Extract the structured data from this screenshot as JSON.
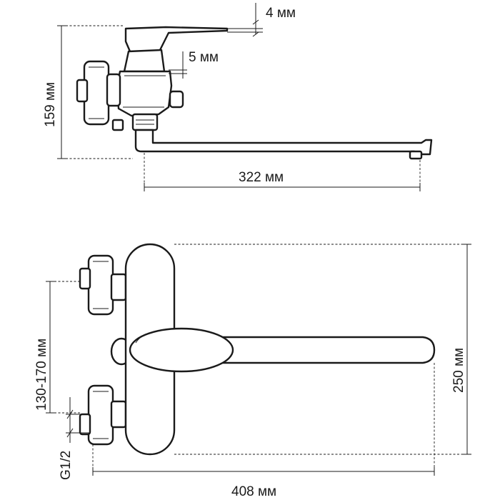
{
  "dimensions": {
    "handle_gap": "4 мм",
    "spout_gap": "5 мм",
    "side_height": "159 мм",
    "spout_reach": "322 мм",
    "inlet_spacing": "130-170 мм",
    "thread": "G1/2",
    "total_height": "250 мм",
    "total_width": "408 мм"
  },
  "colors": {
    "line": "#1a1a1a",
    "background": "#ffffff"
  }
}
